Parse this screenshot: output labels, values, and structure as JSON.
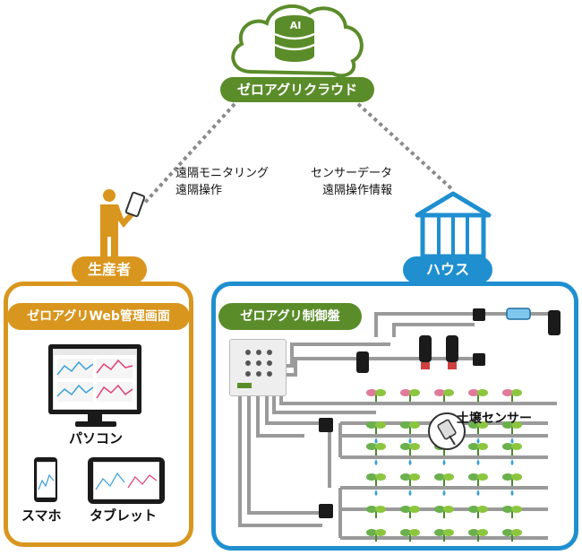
{
  "cloud": {
    "badge": "AI",
    "label": "ゼロアグリクラウド"
  },
  "link_left": {
    "line1": "遠隔モニタリング",
    "line2": "遠隔操作"
  },
  "link_right": {
    "line1": "センサーデータ",
    "line2": "遠隔操作情報"
  },
  "producer": {
    "label": "生産者",
    "panel_title": "ゼロアグリWeb管理画面",
    "pc_label": "パソコン",
    "phone_label": "スマホ",
    "tablet_label": "タブレット"
  },
  "house": {
    "label": "ハウス",
    "panel_title": "ゼロアグリ制御盤",
    "sensor_label": "土壌センサー"
  },
  "colors": {
    "green": "#5b8c2a",
    "orange": "#d9961e",
    "blue": "#1f8fd0",
    "pipe": "#8a8a8a"
  }
}
